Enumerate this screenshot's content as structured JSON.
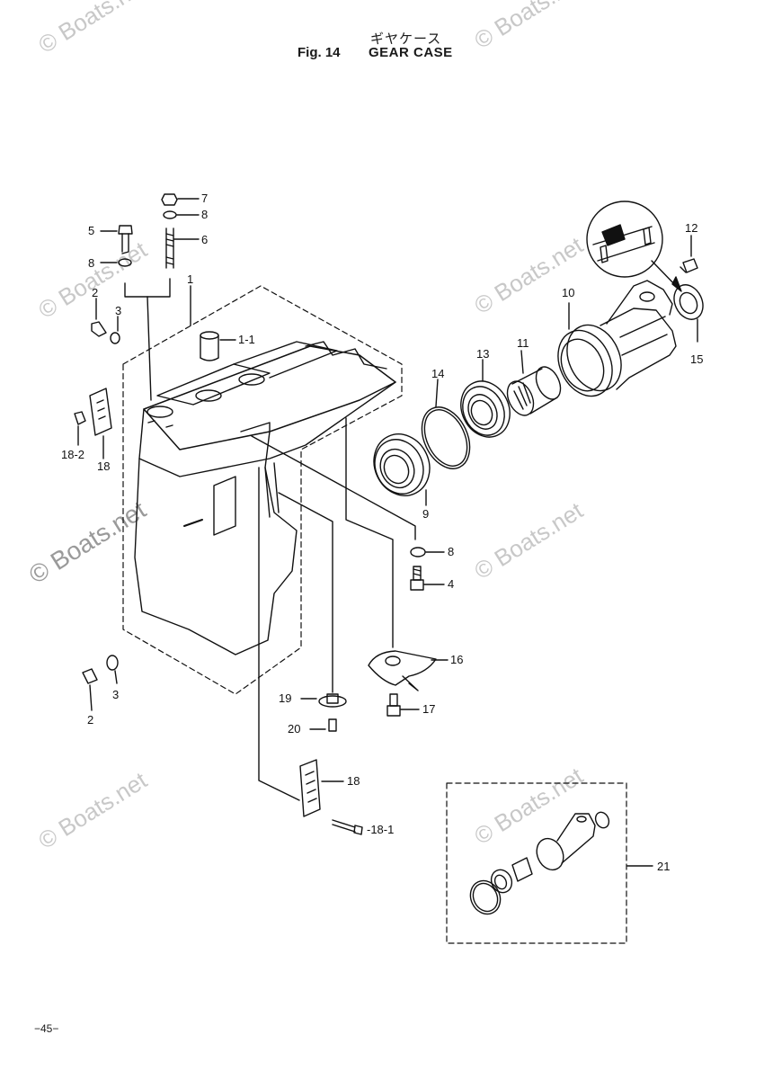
{
  "header": {
    "title_jp": "ギヤケース",
    "fig_no": "Fig. 14",
    "fig_title": "GEAR CASE"
  },
  "watermark": {
    "text": "© Boats.net"
  },
  "callouts": {
    "c1": "1",
    "c1_1": "1-1",
    "c2a": "2",
    "c2b": "2",
    "c3a": "3",
    "c3b": "3",
    "c4": "4",
    "c5": "5",
    "c6": "6",
    "c7": "7",
    "c8a": "8",
    "c8b": "8",
    "c8c": "8",
    "c9": "9",
    "c10": "10",
    "c11": "11",
    "c12": "12",
    "c13": "13",
    "c14": "14",
    "c15": "15",
    "c16": "16",
    "c17": "17",
    "c18a": "18",
    "c18b": "18",
    "c18_1": "-18-1",
    "c18_2": "18-2",
    "c19": "19",
    "c20": "20",
    "c21": "21"
  },
  "page_number": "−45−"
}
